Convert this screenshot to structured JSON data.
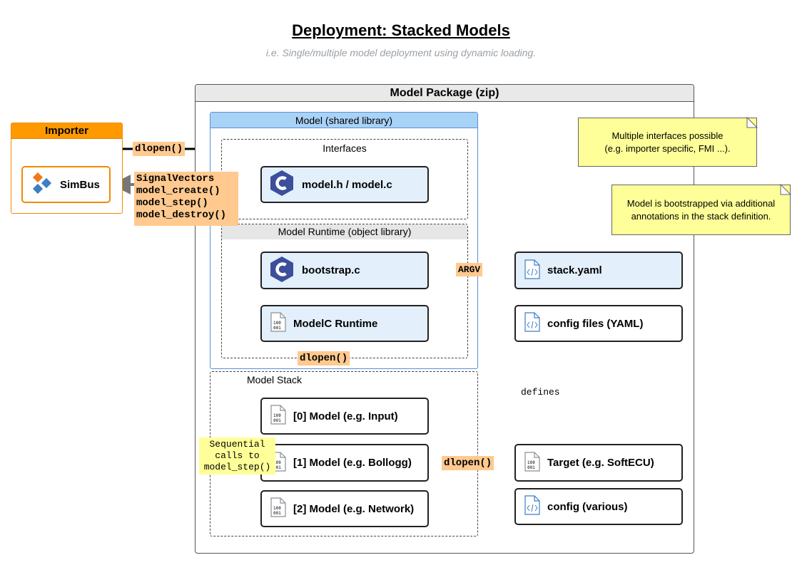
{
  "header": {
    "title": "Deployment: Stacked Models",
    "subtitle": "i.e. Single/multiple model deployment using dynamic loading."
  },
  "package": {
    "title": "Model Package (zip)"
  },
  "model": {
    "title": "Model (shared library)",
    "interfaces_label": "Interfaces",
    "interface_box": "model.h / model.c",
    "runtime_label": "Model Runtime (object library)",
    "bootstrap_box": "bootstrap.c",
    "runtime_box": "ModelC Runtime"
  },
  "stack": {
    "label": "Model Stack",
    "models": [
      "[0] Model (e.g. Input)",
      "[1] Model (e.g. Bollogg)",
      "[2] Model (e.g. Network)"
    ]
  },
  "files": {
    "stack_yaml": "stack.yaml",
    "config_files": "config files (YAML)",
    "target": "Target (e.g. SoftECU)",
    "config_various": "config (various)"
  },
  "importer": {
    "title": "Importer",
    "simbus": "SimBus"
  },
  "connectors": {
    "dlopen_importer": "dlopen()",
    "calls": [
      "SignalVectors",
      "model_create()",
      "model_step()",
      "model_destroy()"
    ],
    "argv": "ARGV",
    "dlopen_runtime": "dlopen()",
    "dlopen_target": "dlopen()",
    "defines": "defines"
  },
  "notes": {
    "interfaces_note": "Multiple interfaces possible\n(e.g. importer specific, FMI ...).",
    "bootstrap_note": "Model is bootstrapped via additional\nannotations in the stack definition.",
    "sequential": "Sequential\ncalls to\nmodel_step()"
  },
  "icons": {
    "c_lang": "c-language-icon",
    "binary_file": "binary-file-icon",
    "code_file": "code-file-icon",
    "simbus_logo": "simbus-logo-icon"
  },
  "colors": {
    "importer_orange": "#ff9900",
    "model_blue_header": "#a9d2f7",
    "box_blue": "#e3effb",
    "label_orange": "#ffc98f",
    "note_yellow": "#ffff99",
    "arrow_dashed_blue": "#3a3aa6"
  }
}
